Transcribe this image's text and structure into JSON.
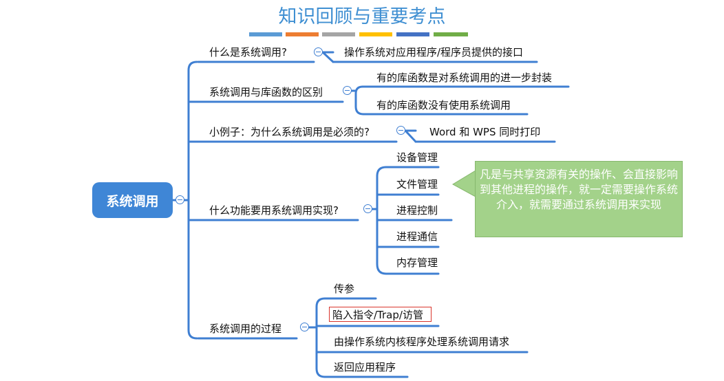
{
  "title": "知识回顾与重要考点",
  "colors": {
    "bars": [
      "#5b9bd5",
      "#ed7d31",
      "#a5a5a5",
      "#ffc000",
      "#4472c4",
      "#70ad47"
    ],
    "line": "#3f7fd2",
    "root": "#3f86d6",
    "note": "#a3d28a",
    "highlight": "#d9342b"
  },
  "root": {
    "label": "系统调用"
  },
  "branches": [
    {
      "label": "什么是系统调用?",
      "children": [
        "操作系统对应用程序/程序员提供的接口"
      ]
    },
    {
      "label": "系统调用与库函数的区别",
      "children": [
        "有的库函数是对系统调用的进一步封装",
        "有的库函数没有使用系统调用"
      ]
    },
    {
      "label": "小例子：为什么系统调用是必须的?",
      "children": [
        "Word 和 WPS 同时打印"
      ]
    },
    {
      "label": "什么功能要用系统调用实现?",
      "children": [
        "设备管理",
        "文件管理",
        "进程控制",
        "进程通信",
        "内存管理"
      ]
    },
    {
      "label": "系统调用的过程",
      "children": [
        "传参",
        "陷入指令/Trap/访管",
        "由操作系统内核程序处理系统调用请求",
        "返回应用程序"
      ]
    }
  ],
  "note": {
    "text": "凡是与共享资源有关的操作、会直接影响到其他进程的操作，就一定需要操作系统介入，就需要通过系统调用来实现"
  }
}
